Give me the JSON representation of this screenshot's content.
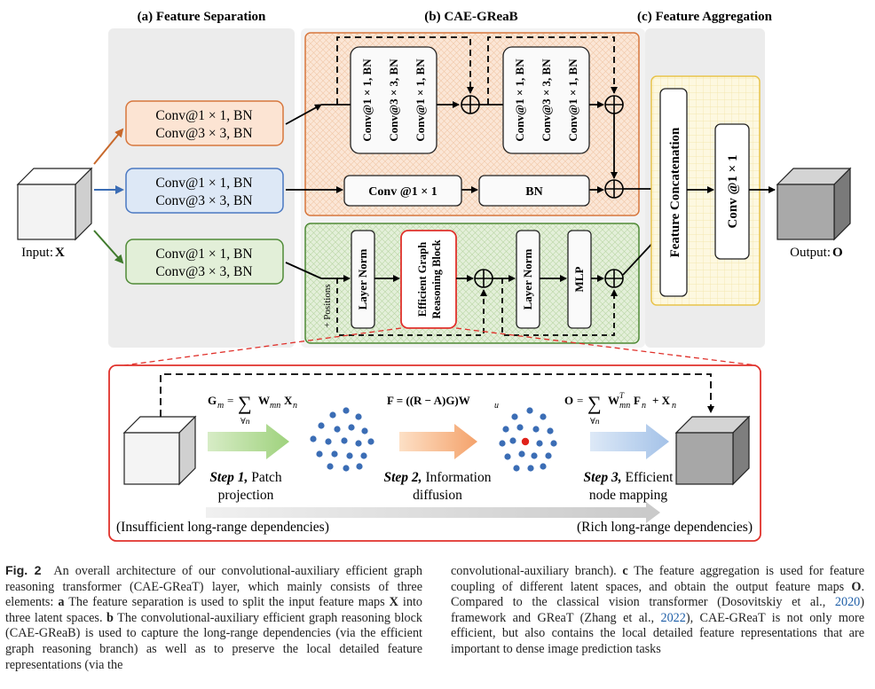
{
  "sections": {
    "feature_separation": "(a) Feature Separation",
    "cae_greab": "(b) CAE-GReaB",
    "feature_aggregation": "(c) Feature Aggregation"
  },
  "input_label": "Input: ",
  "input_symbol": "X",
  "output_label": "Output: ",
  "output_symbol": "O",
  "branches": [
    {
      "line1": "Conv@1 × 1, BN",
      "line2": "Conv@3 × 3, BN",
      "color": "#e07b39"
    },
    {
      "line1": "Conv@1 × 1, BN",
      "line2": "Conv@3 × 3, BN",
      "color": "#4a78c2"
    },
    {
      "line1": "Conv@1 × 1, BN",
      "line2": "Conv@3 × 3, BN",
      "color": "#4f8a36"
    }
  ],
  "conv_stack_1": [
    "Conv@1 × 1, BN",
    "Conv@3 × 3, BN",
    "Conv@1 × 1, BN"
  ],
  "conv_stack_2": [
    "Conv@1 × 1, BN",
    "Conv@3 × 3, BN",
    "Conv@1 × 1, BN"
  ],
  "conv_1x1_block": "Conv @1 × 1",
  "bn_block": "BN",
  "positions_label": "+ Positions",
  "layer_norm_1": "Layer Norm",
  "egr_block_line1": "Efficient Graph",
  "egr_block_line2": "Reasoning Block",
  "layer_norm_2": "Layer Norm",
  "mlp": "MLP",
  "feature_concat": "Feature Concatenation",
  "conv_out": "Conv @1 × 1",
  "detail": {
    "eq1_lhs": "G",
    "eq1_sub": "m",
    "eq1_rhs": "W",
    "eq1_rhs_sub": "mn",
    "eq1_x": "X",
    "eq1_x_sub": "n",
    "eq1_sum_sub": "∀n",
    "eq2": "F = ((R − A)G)W",
    "eq2_sub": "u",
    "eq3_lhs": "O",
    "eq3_w": "W",
    "eq3_w_sub": "mn",
    "eq3_w_sup": "T",
    "eq3_f": "F",
    "eq3_f_sub": "n",
    "eq3_x": "+ X",
    "eq3_x_sub": "n",
    "eq3_sum_sub": "∀n",
    "step1_bold": "Step 1,",
    "step1_rest": " Patch",
    "step1_line2": "projection",
    "step2_bold": "Step 2,",
    "step2_rest": " Information",
    "step2_line2": "diffusion",
    "step3_bold": "Step 3,",
    "step3_rest": " Efficient",
    "step3_line2": "node mapping",
    "insufficient": "(Insufficient long-range dependencies)",
    "rich": "(Rich long-range dependencies)"
  },
  "caption": {
    "label": "Fig. 2",
    "p1": "An overall architecture of our convolutional-auxiliary efficient graph reasoning transformer (CAE-GReaT) layer, which mainly consists of three elements: ",
    "a_bold": "a",
    "p2": " The feature separation is used to split the input feature maps ",
    "x_bold": "X",
    "p3": " into three latent spaces. ",
    "b_bold": "b",
    "p4": " The convolutional-auxiliary efficient graph reasoning block (CAE-GReaB) is used to capture the long-range dependencies (via the efficient graph reasoning branch) as well as to preserve the local detailed feature representations (via the",
    "r1": "convolutional-auxiliary branch). ",
    "c_bold": "c",
    "r2": " The feature aggregation is used for feature coupling of different latent spaces, and obtain the output feature maps ",
    "o_bold": "O",
    "r3": ". Compared to the classical vision transformer (Dosovitskiy et al., ",
    "cite1": "2020",
    "r4": ") framework and GReaT (Zhang et al., ",
    "cite2": "2022",
    "r5": "), CAE-GReaT is not only more efficient, but also contains the local detailed feature representations that are important to dense image prediction tasks"
  }
}
